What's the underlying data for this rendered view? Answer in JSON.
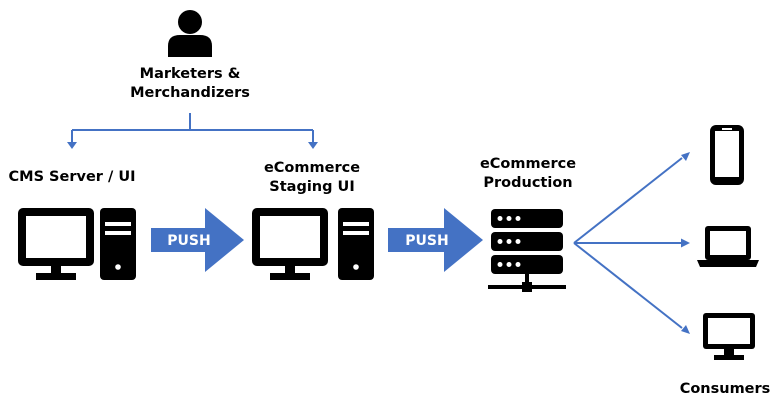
{
  "actors": {
    "marketers": {
      "line1": "Marketers &",
      "line2": "Merchandizers"
    },
    "consumers": "Consumers"
  },
  "nodes": {
    "cms": "CMS Server / UI",
    "staging": {
      "line1": "eCommerce",
      "line2": "Staging UI"
    },
    "production": {
      "line1": "eCommerce",
      "line2": "Production"
    }
  },
  "arrows": {
    "push_1": "PUSH",
    "push_2": "PUSH"
  },
  "colors": {
    "accent": "#4472C4",
    "icon": "#000000"
  },
  "icons": [
    "person-icon",
    "desktop-computer-icon",
    "server-rack-icon",
    "smartphone-icon",
    "laptop-icon",
    "monitor-icon"
  ]
}
